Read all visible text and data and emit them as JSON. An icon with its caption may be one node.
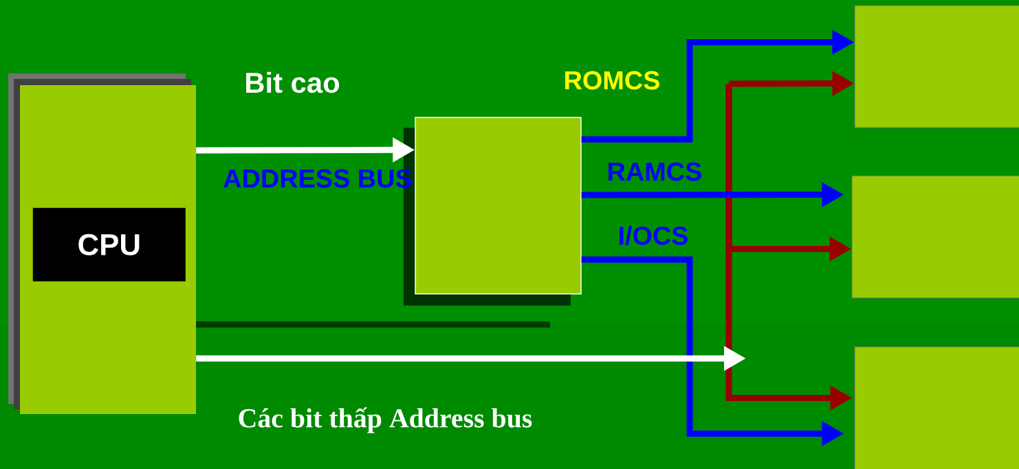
{
  "diagram": {
    "nodes": [
      {
        "text": [],
        "shape": "box"
      },
      {
        "text": [
          "CPU"
        ],
        "in": 0
      },
      {
        "text": [],
        "shape": "box"
      },
      {
        "text": [],
        "shape": "box"
      },
      {
        "text": [],
        "shape": "box"
      },
      {
        "text": [],
        "shape": "box"
      }
    ],
    "edges": [
      {
        "from": 0,
        "to": 2,
        "arrow": "to",
        "label": "ADDRESS BUS",
        "color": "#ffffff"
      },
      {
        "from": 0,
        "to": null,
        "arrow": "to",
        "label": "Các bit thấp Address bus",
        "color": "#ffffff"
      },
      {
        "from": 2,
        "to": 3,
        "arrow": "to",
        "label": "ROMCS",
        "color": "#0000ff"
      },
      {
        "from": 2,
        "to": 4,
        "arrow": "to",
        "label": "RAMCS",
        "color": "#0000ff"
      },
      {
        "from": 2,
        "to": 5,
        "arrow": "to",
        "label": "I/OCS",
        "color": "#0000ff"
      },
      {
        "from": null,
        "to": 3,
        "arrow": "to",
        "color": "#990000"
      },
      {
        "from": null,
        "to": 4,
        "arrow": "to",
        "color": "#990000"
      },
      {
        "from": null,
        "to": 5,
        "arrow": "to",
        "color": "#990000"
      }
    ],
    "labels": [
      "Bit cao"
    ]
  }
}
